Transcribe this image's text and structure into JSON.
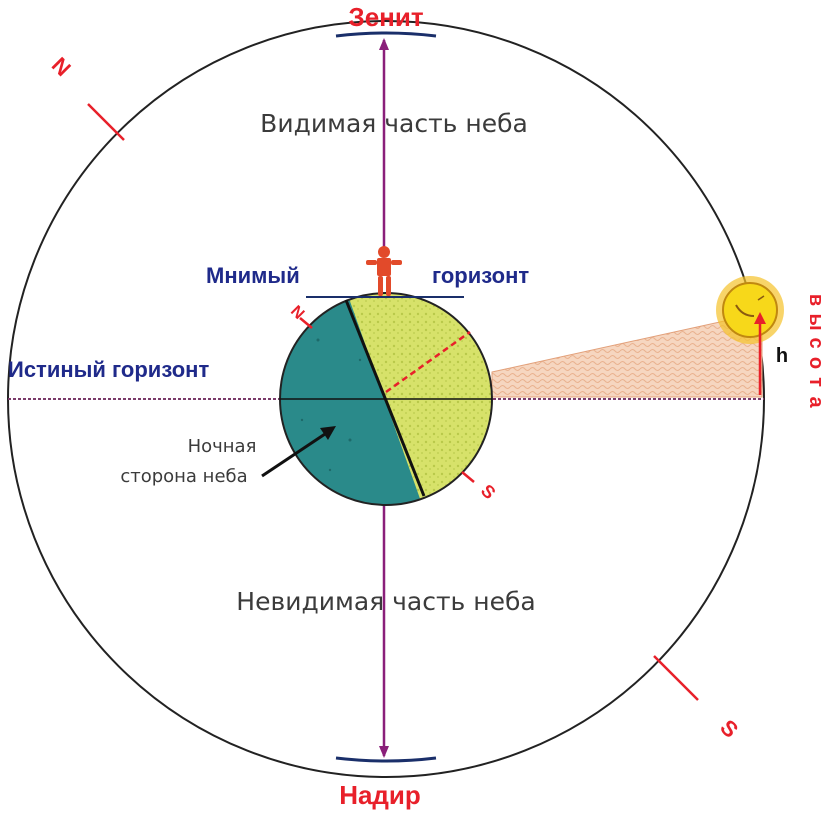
{
  "labels": {
    "zenith": "Зенит",
    "nadir": "Надир",
    "visible_sky": "Видимая часть неба",
    "invisible_sky": "Невидимая часть неба",
    "apparent_horizon_left": "Мнимый",
    "apparent_horizon_right": "горизонт",
    "true_horizon": "Истиный горизонт",
    "night_side_line1": "Ночная",
    "night_side_line2": "сторона неба",
    "altitude_symbol": "h",
    "altitude_vertical": [
      "в",
      "ы",
      "с",
      "о",
      "т",
      "а"
    ],
    "north_outer": "N",
    "south_outer": "S",
    "north_earth": "N",
    "south_earth": "S"
  },
  "colors": {
    "accent_red": "#e8202a",
    "label_blue": "#1f2a8a",
    "axis_purple": "#8a1f7a",
    "night_side": "#2a8a8a",
    "day_side": "#c8d860",
    "sun": "#f7d81a",
    "sunlight_band": "#f3c9b0"
  },
  "icons": [
    "observer-figure-icon",
    "sun-icon"
  ]
}
